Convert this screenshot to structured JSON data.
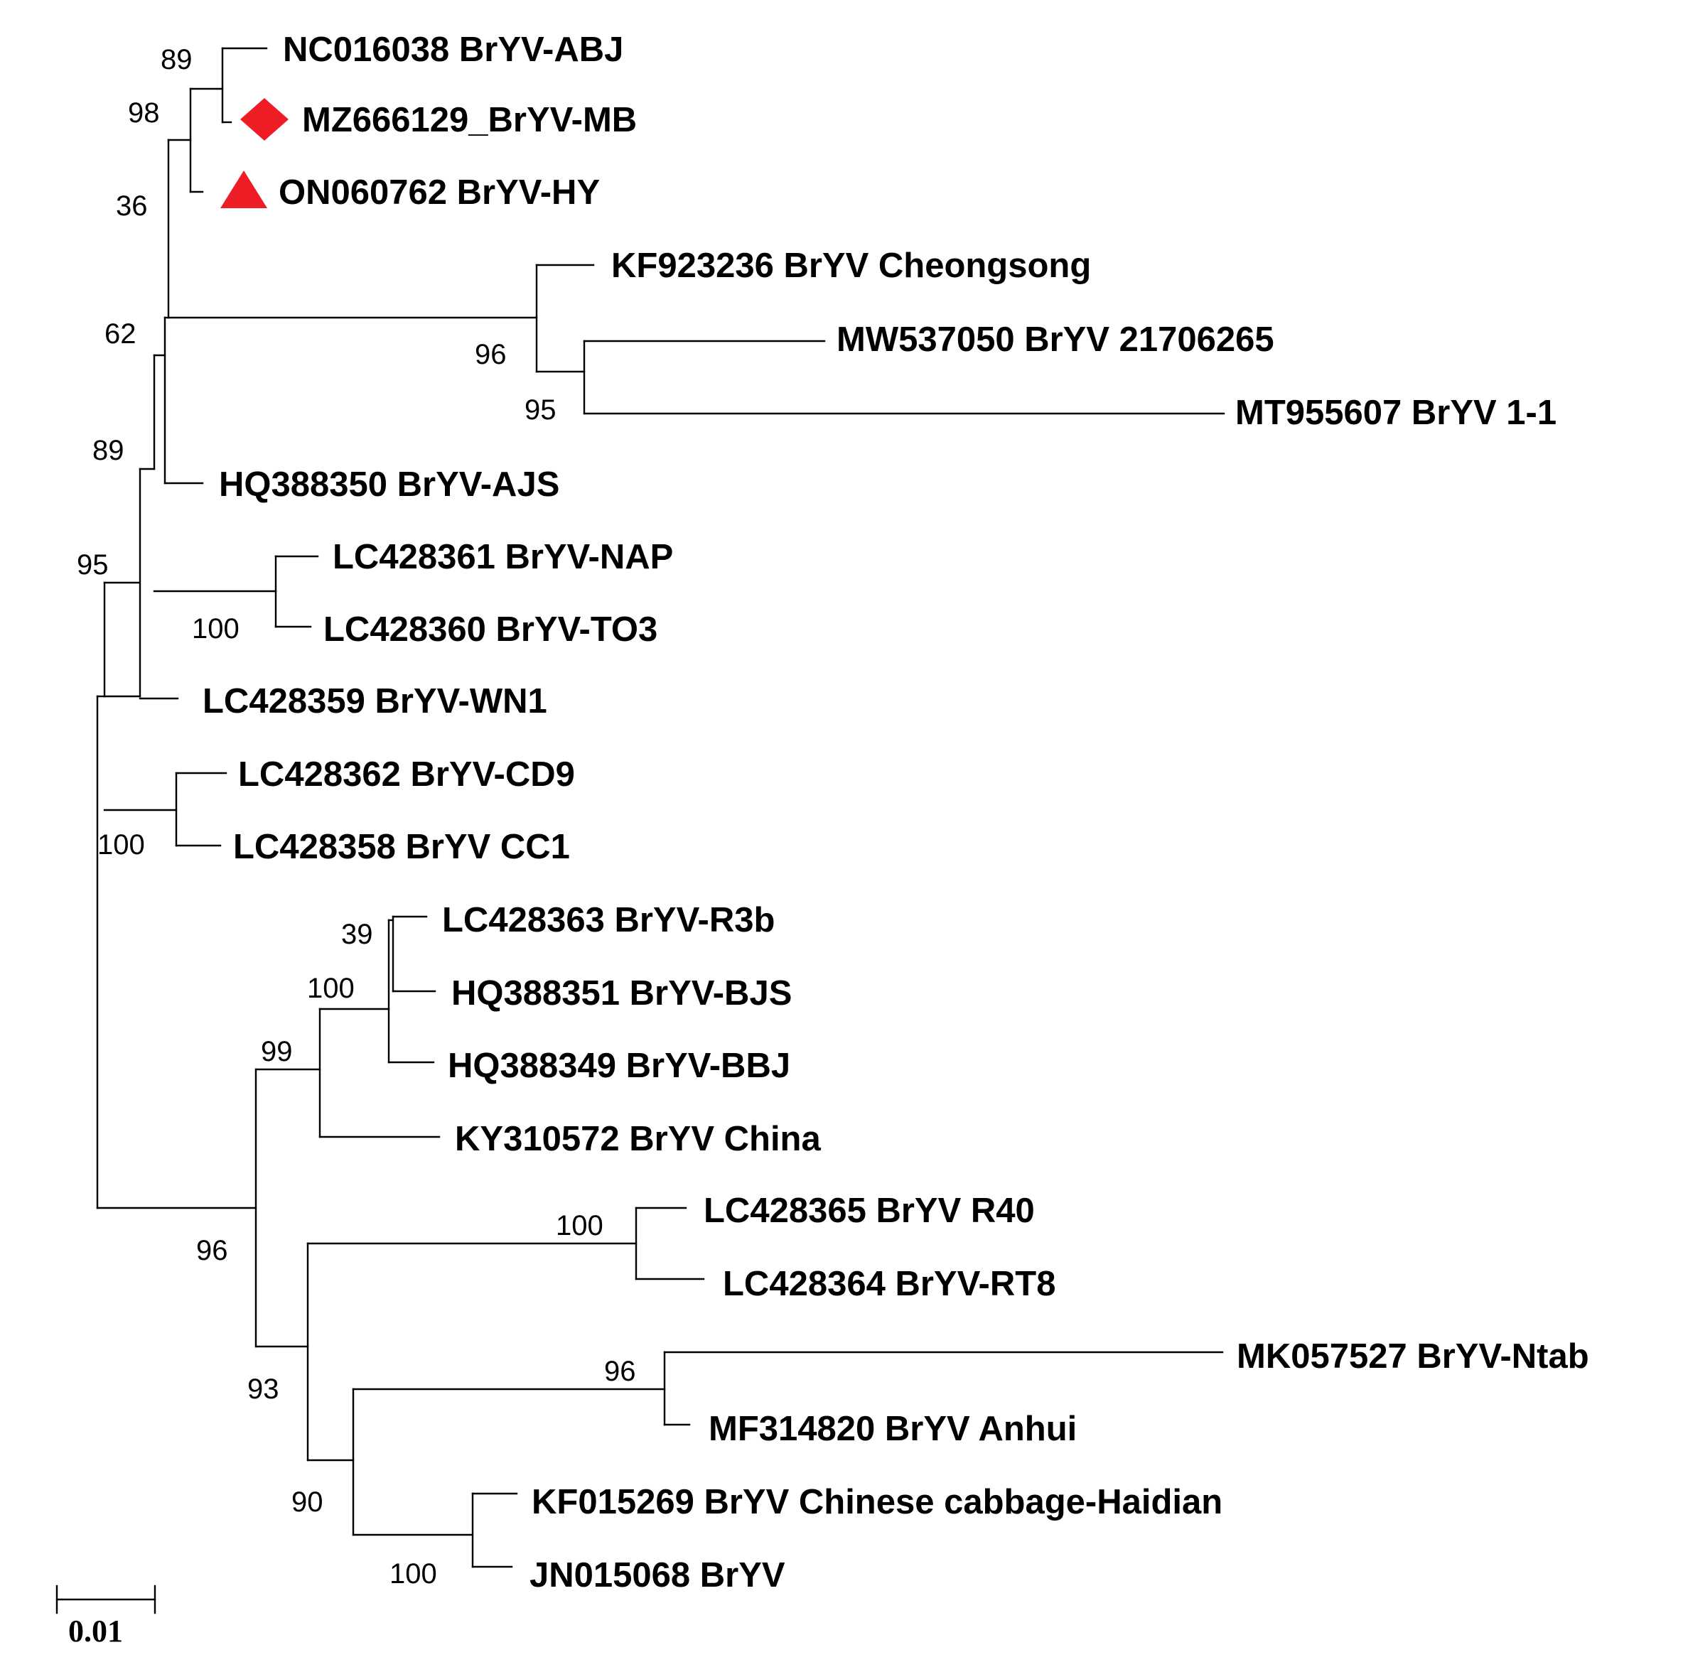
{
  "tree": {
    "taxa": [
      {
        "id": "t1",
        "label": "NC016038 BrYV-ABJ"
      },
      {
        "id": "t2",
        "label": "MZ666129_BrYV-MB",
        "marker": "diamond",
        "marker_color": "#ee1c25"
      },
      {
        "id": "t3",
        "label": "ON060762 BrYV-HY",
        "marker": "triangle",
        "marker_color": "#ee1c25"
      },
      {
        "id": "t4",
        "label": "KF923236 BrYV Cheongsong"
      },
      {
        "id": "t5",
        "label": "MW537050 BrYV 21706265"
      },
      {
        "id": "t6",
        "label": "MT955607 BrYV 1-1"
      },
      {
        "id": "t7",
        "label": "HQ388350 BrYV-AJS"
      },
      {
        "id": "t8",
        "label": "LC428361 BrYV-NAP"
      },
      {
        "id": "t9",
        "label": "LC428360 BrYV-TO3"
      },
      {
        "id": "t10",
        "label": "LC428359 BrYV-WN1"
      },
      {
        "id": "t11",
        "label": "LC428362 BrYV-CD9"
      },
      {
        "id": "t12",
        "label": "LC428358 BrYV CC1"
      },
      {
        "id": "t13",
        "label": "LC428363 BrYV-R3b"
      },
      {
        "id": "t14",
        "label": "HQ388351 BrYV-BJS"
      },
      {
        "id": "t15",
        "label": "HQ388349 BrYV-BBJ"
      },
      {
        "id": "t16",
        "label": "KY310572 BrYV China"
      },
      {
        "id": "t17",
        "label": "LC428365 BrYV R40"
      },
      {
        "id": "t18",
        "label": "LC428364 BrYV-RT8"
      },
      {
        "id": "t19",
        "label": "MK057527 BrYV-Ntab"
      },
      {
        "id": "t20",
        "label": "MF314820 BrYV Anhui"
      },
      {
        "id": "t21",
        "label": "KF015269 BrYV Chinese cabbage-Haidian"
      },
      {
        "id": "t22",
        "label": "JN015068 BrYV"
      }
    ],
    "bootstrap": [
      {
        "id": "b1",
        "value": "89"
      },
      {
        "id": "b2",
        "value": "98"
      },
      {
        "id": "b3",
        "value": "36"
      },
      {
        "id": "b4",
        "value": "62"
      },
      {
        "id": "b5",
        "value": "96"
      },
      {
        "id": "b6",
        "value": "95"
      },
      {
        "id": "b7",
        "value": "89"
      },
      {
        "id": "b8",
        "value": "95"
      },
      {
        "id": "b9",
        "value": "100"
      },
      {
        "id": "b10",
        "value": "100"
      },
      {
        "id": "b11",
        "value": "39"
      },
      {
        "id": "b12",
        "value": "100"
      },
      {
        "id": "b13",
        "value": "99"
      },
      {
        "id": "b14",
        "value": "100"
      },
      {
        "id": "b15",
        "value": "96"
      },
      {
        "id": "b16",
        "value": "96"
      },
      {
        "id": "b17",
        "value": "93"
      },
      {
        "id": "b18",
        "value": "90"
      },
      {
        "id": "b19",
        "value": "100"
      }
    ],
    "scale_bar": {
      "label": "0.01",
      "value": 0.01
    }
  }
}
